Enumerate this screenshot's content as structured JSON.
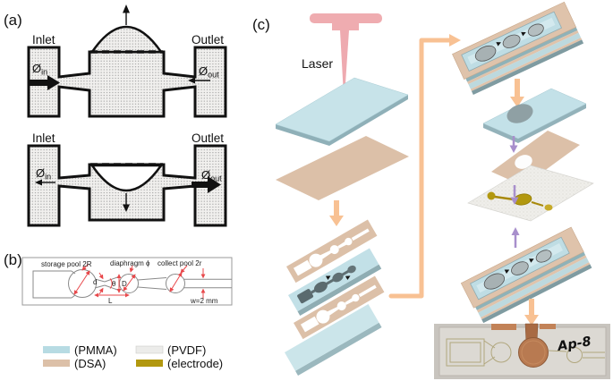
{
  "panels": {
    "a": "(a)",
    "b": "(b)",
    "c": "(c)"
  },
  "valve_schematics": {
    "supply_mode": {
      "inlet_label": "Inlet",
      "outlet_label": "Outlet",
      "flow_in_symbol": "Ø",
      "flow_in_sub": "in",
      "flow_out_symbol": "Ø",
      "flow_out_sub": "out"
    },
    "pump_mode": {
      "inlet_label": "Inlet",
      "outlet_label": "Outlet",
      "flow_in_symbol": "Ø",
      "flow_in_sub": "in",
      "flow_out_symbol": "Ø",
      "flow_out_sub": "out"
    }
  },
  "channel_drawing": {
    "storage_pool_label": "storage pool 2R",
    "diaphragm_label": "diaphragm ϕ",
    "collect_pool_label": "collect pool 2r",
    "width_label": "w=2 mm",
    "dims": {
      "d": "d",
      "theta": "θ",
      "D": "D",
      "L": "L"
    }
  },
  "legend": {
    "items": [
      {
        "name": "pmma",
        "label": "(PMMA)",
        "color": "#b7dbe3"
      },
      {
        "name": "dsa",
        "label": "(DSA)",
        "color": "#dcc0a8"
      },
      {
        "name": "pvdf",
        "label": "(PVDF)",
        "color": "#ececea"
      },
      {
        "name": "electrode",
        "label": "(electrode)",
        "color": "#b2980f"
      }
    ]
  },
  "fabrication": {
    "laser_label": "Laser",
    "device_photo_label": "Ap-8",
    "colors": {
      "laser_pink": "#efacb0",
      "process_arrow_orange": "#f8c193",
      "assembly_arrow_purple": "#a88fcc",
      "annotation_red": "#e8484b",
      "copper": "#b87a51"
    }
  }
}
